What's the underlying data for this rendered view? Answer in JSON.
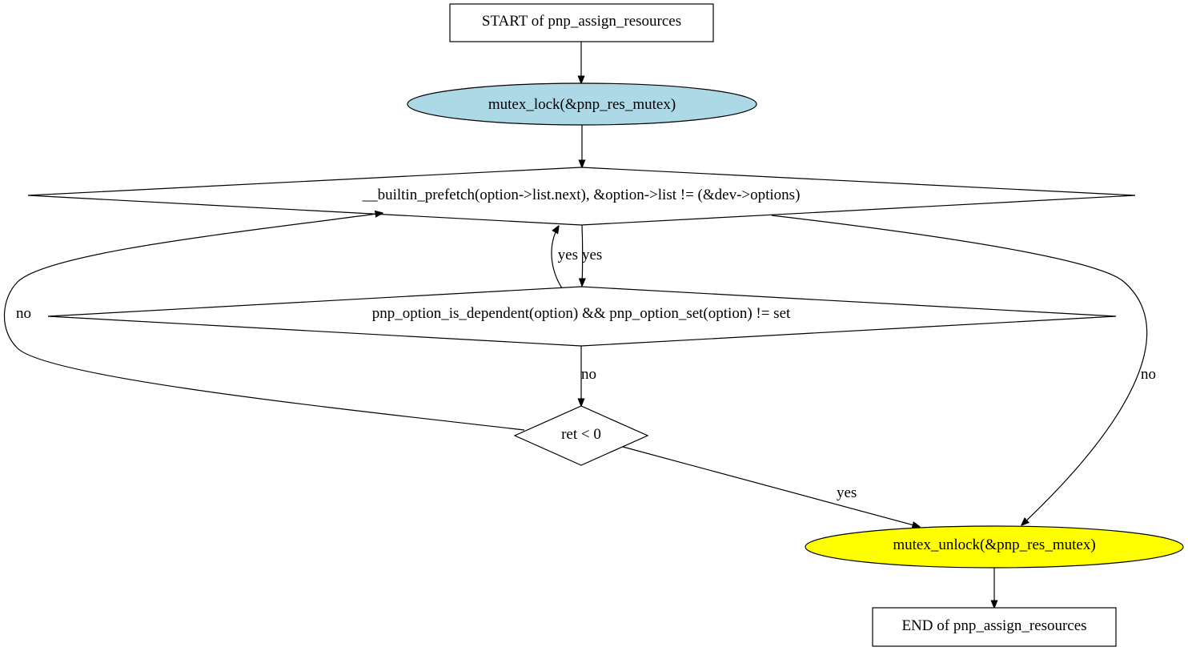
{
  "colors": {
    "background": "#ffffff",
    "stroke": "#000000",
    "lock_fill": "#add8e6",
    "unlock_fill": "#ffff00",
    "box_fill": "#ffffff"
  },
  "nodes": {
    "start": {
      "label": "START of pnp_assign_resources",
      "shape": "box"
    },
    "lock": {
      "label": "mutex_lock(&pnp_res_mutex)",
      "shape": "ellipse"
    },
    "loop_cond": {
      "label": "__builtin_prefetch(option->list.next), &option->list != (&dev->options)",
      "shape": "diamond"
    },
    "dep_cond": {
      "label": "pnp_option_is_dependent(option) && pnp_option_set(option) != set",
      "shape": "diamond"
    },
    "ret_cond": {
      "label": "ret < 0",
      "shape": "diamond"
    },
    "unlock": {
      "label": "mutex_unlock(&pnp_res_mutex)",
      "shape": "ellipse"
    },
    "end": {
      "label": "END of pnp_assign_resources",
      "shape": "box"
    }
  },
  "edges": {
    "start_to_lock": "",
    "lock_to_loop": "",
    "loop_to_dep": "yes",
    "dep_to_loop": "yes",
    "dep_to_ret": "no",
    "ret_to_loop": "no",
    "loop_to_unlock": "no",
    "ret_to_unlock": "yes",
    "unlock_to_end": ""
  }
}
